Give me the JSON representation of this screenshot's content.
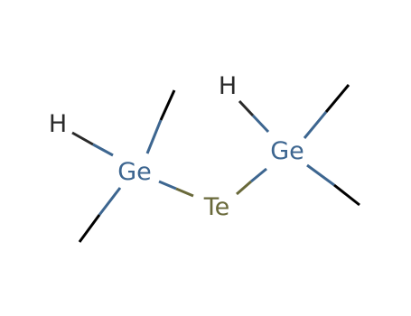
{
  "molecule": {
    "atoms": [
      {
        "id": "h1",
        "label": "H"
      },
      {
        "id": "ge1",
        "label": "Ge"
      },
      {
        "id": "te",
        "label": "Te"
      },
      {
        "id": "h2",
        "label": "H"
      },
      {
        "id": "ge2",
        "label": "Ge"
      }
    ],
    "colors": {
      "germanium": "#3d6690",
      "tellurium": "#69693a",
      "hydrogen": "#2a2a2a",
      "carbon": "#000000"
    }
  }
}
